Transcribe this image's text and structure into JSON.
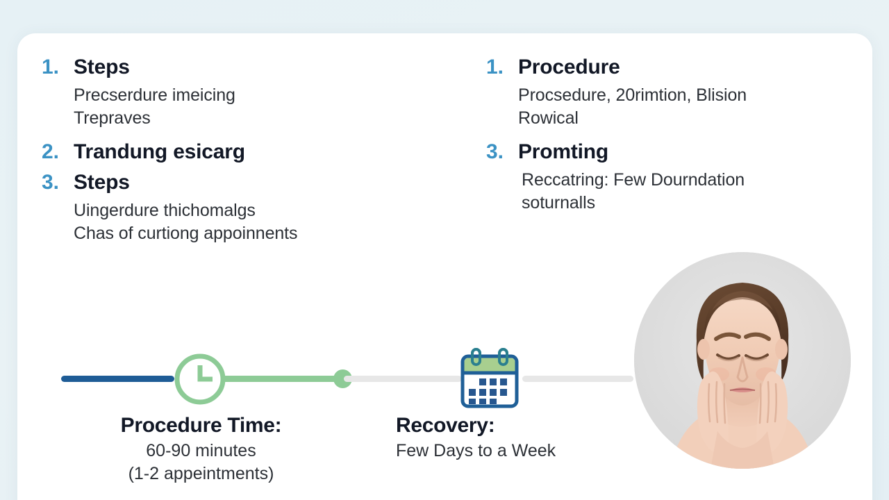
{
  "theme": {
    "page_background": "#e6f1f5",
    "card_background": "#ffffff",
    "number_accent": "#3b92c4",
    "heading_color": "#121826",
    "body_color": "#2c3036",
    "timeline_blue": "#1e5c96",
    "timeline_green": "#8dcb96",
    "timeline_gray": "#e7e7e7",
    "calendar_blue": "#1f5f97",
    "calendar_green": "#a8cf8f",
    "portrait_background": "#dedede"
  },
  "left_column": {
    "items": [
      {
        "number": "1.",
        "title": "Steps",
        "description": "Precserdure imeicing\nTrepraves"
      },
      {
        "number": "2.",
        "title": "Trandung esicarg",
        "description": ""
      },
      {
        "number": "3.",
        "title": "Steps",
        "description": "Uingerdure thichomalgs\nChas of curtiong appoinnents"
      }
    ]
  },
  "right_column": {
    "items": [
      {
        "number": "1.",
        "title": "Procedure",
        "description": "Procsedure, 20rimtion, Blision\nRowical"
      },
      {
        "number": "3.",
        "title": "Promting",
        "description": "Reccatring: Few Dourndation\nsoturnalls"
      }
    ]
  },
  "timeline": {
    "icons": {
      "clock": "clock-icon",
      "calendar": "calendar-icon"
    },
    "milestones": [
      {
        "icon": "clock-icon",
        "heading": "Procedure Time:",
        "line1": "60-90 minutes",
        "line2": "(1-2 appeintments)"
      },
      {
        "icon": "calendar-icon",
        "heading": "Recovery:",
        "line1": "Few Days to a Week",
        "line2": ""
      }
    ]
  },
  "portrait": {
    "alt": "woman-with-hands-on-cheeks-eyes-closed"
  }
}
